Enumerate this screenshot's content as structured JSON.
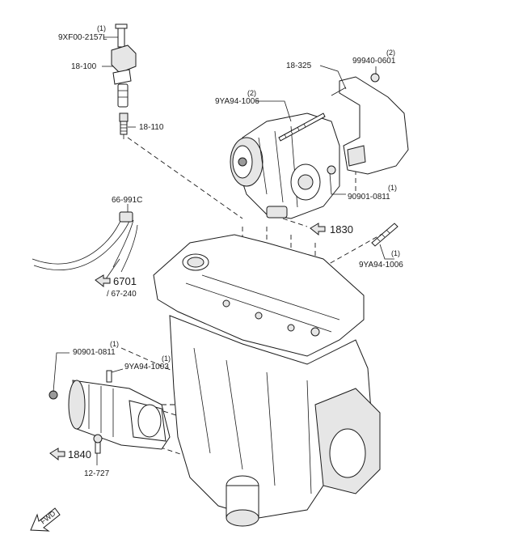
{
  "labels": {
    "bolt_top": "9XF00-2157L",
    "bolt_top_qty": "(1)",
    "coil": "18-100",
    "plug": "18-110",
    "harness_clip": "66-991C",
    "ref_6701": "6701",
    "ref_67240": "/ 67-240",
    "bracket": "18-325",
    "nut_top": "99940-0601",
    "nut_top_qty": "(2)",
    "stud_top": "9YA94-1006",
    "stud_top_qty": "(2)",
    "nut_mid": "90901-0811",
    "nut_mid_qty": "(1)",
    "ref_1830": "1830",
    "stud_right": "9YA94-1006",
    "stud_right_qty": "(1)",
    "nut_starter": "90901-0811",
    "nut_starter_qty": "(1)",
    "stud_starter": "9YA94-1003",
    "stud_starter_qty": "(1)",
    "ref_1840": "1840",
    "bolt_starter": "12-727",
    "fwd": "FWD"
  },
  "icons": [
    "reference-arrow-icon",
    "fwd-arrow-icon"
  ]
}
